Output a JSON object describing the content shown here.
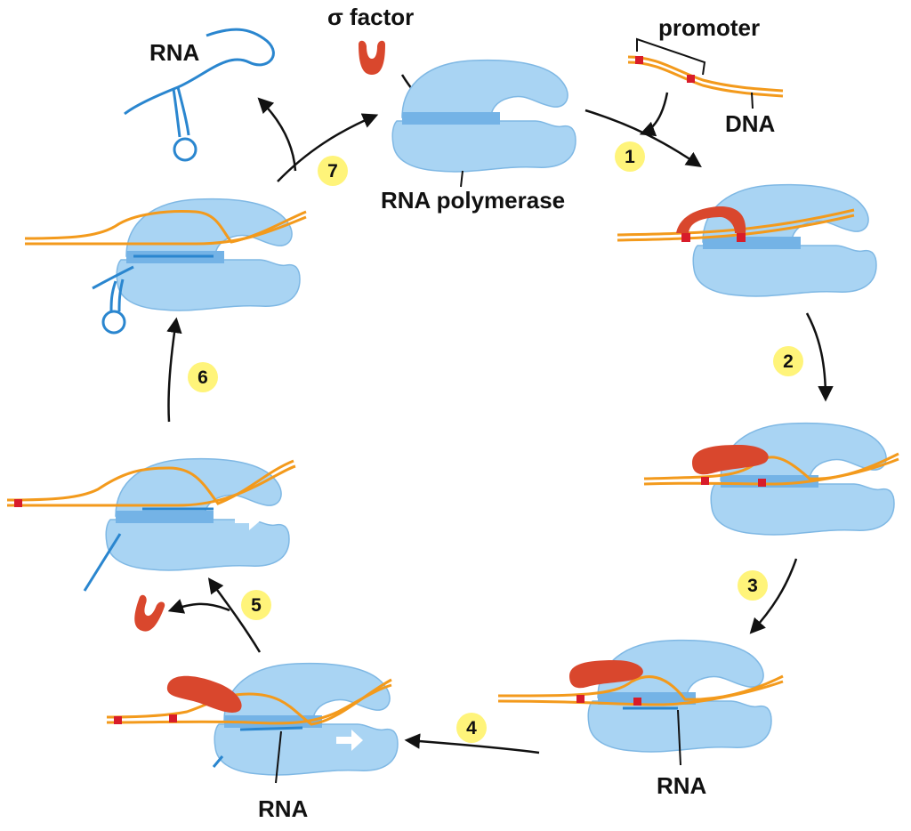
{
  "labels": {
    "sigma_factor": "σ factor",
    "promoter": "promoter",
    "dna": "DNA",
    "rna_polymerase": "RNA polymerase",
    "rna_released": "RNA",
    "rna_step3": "RNA",
    "rna_step4": "RNA"
  },
  "steps": [
    "1",
    "2",
    "3",
    "4",
    "5",
    "6",
    "7"
  ],
  "colors": {
    "polymerase": "#a9d4f3",
    "polymerase_dark": "#74b3e6",
    "sigma": "#d9472d",
    "dna_outer": "#f39a1c",
    "dna_inner": "#ffd98e",
    "promoter_mark": "#d81c2a",
    "rna": "#2a86cf",
    "step_circle": "#fff47a",
    "arrow": "#111111"
  }
}
